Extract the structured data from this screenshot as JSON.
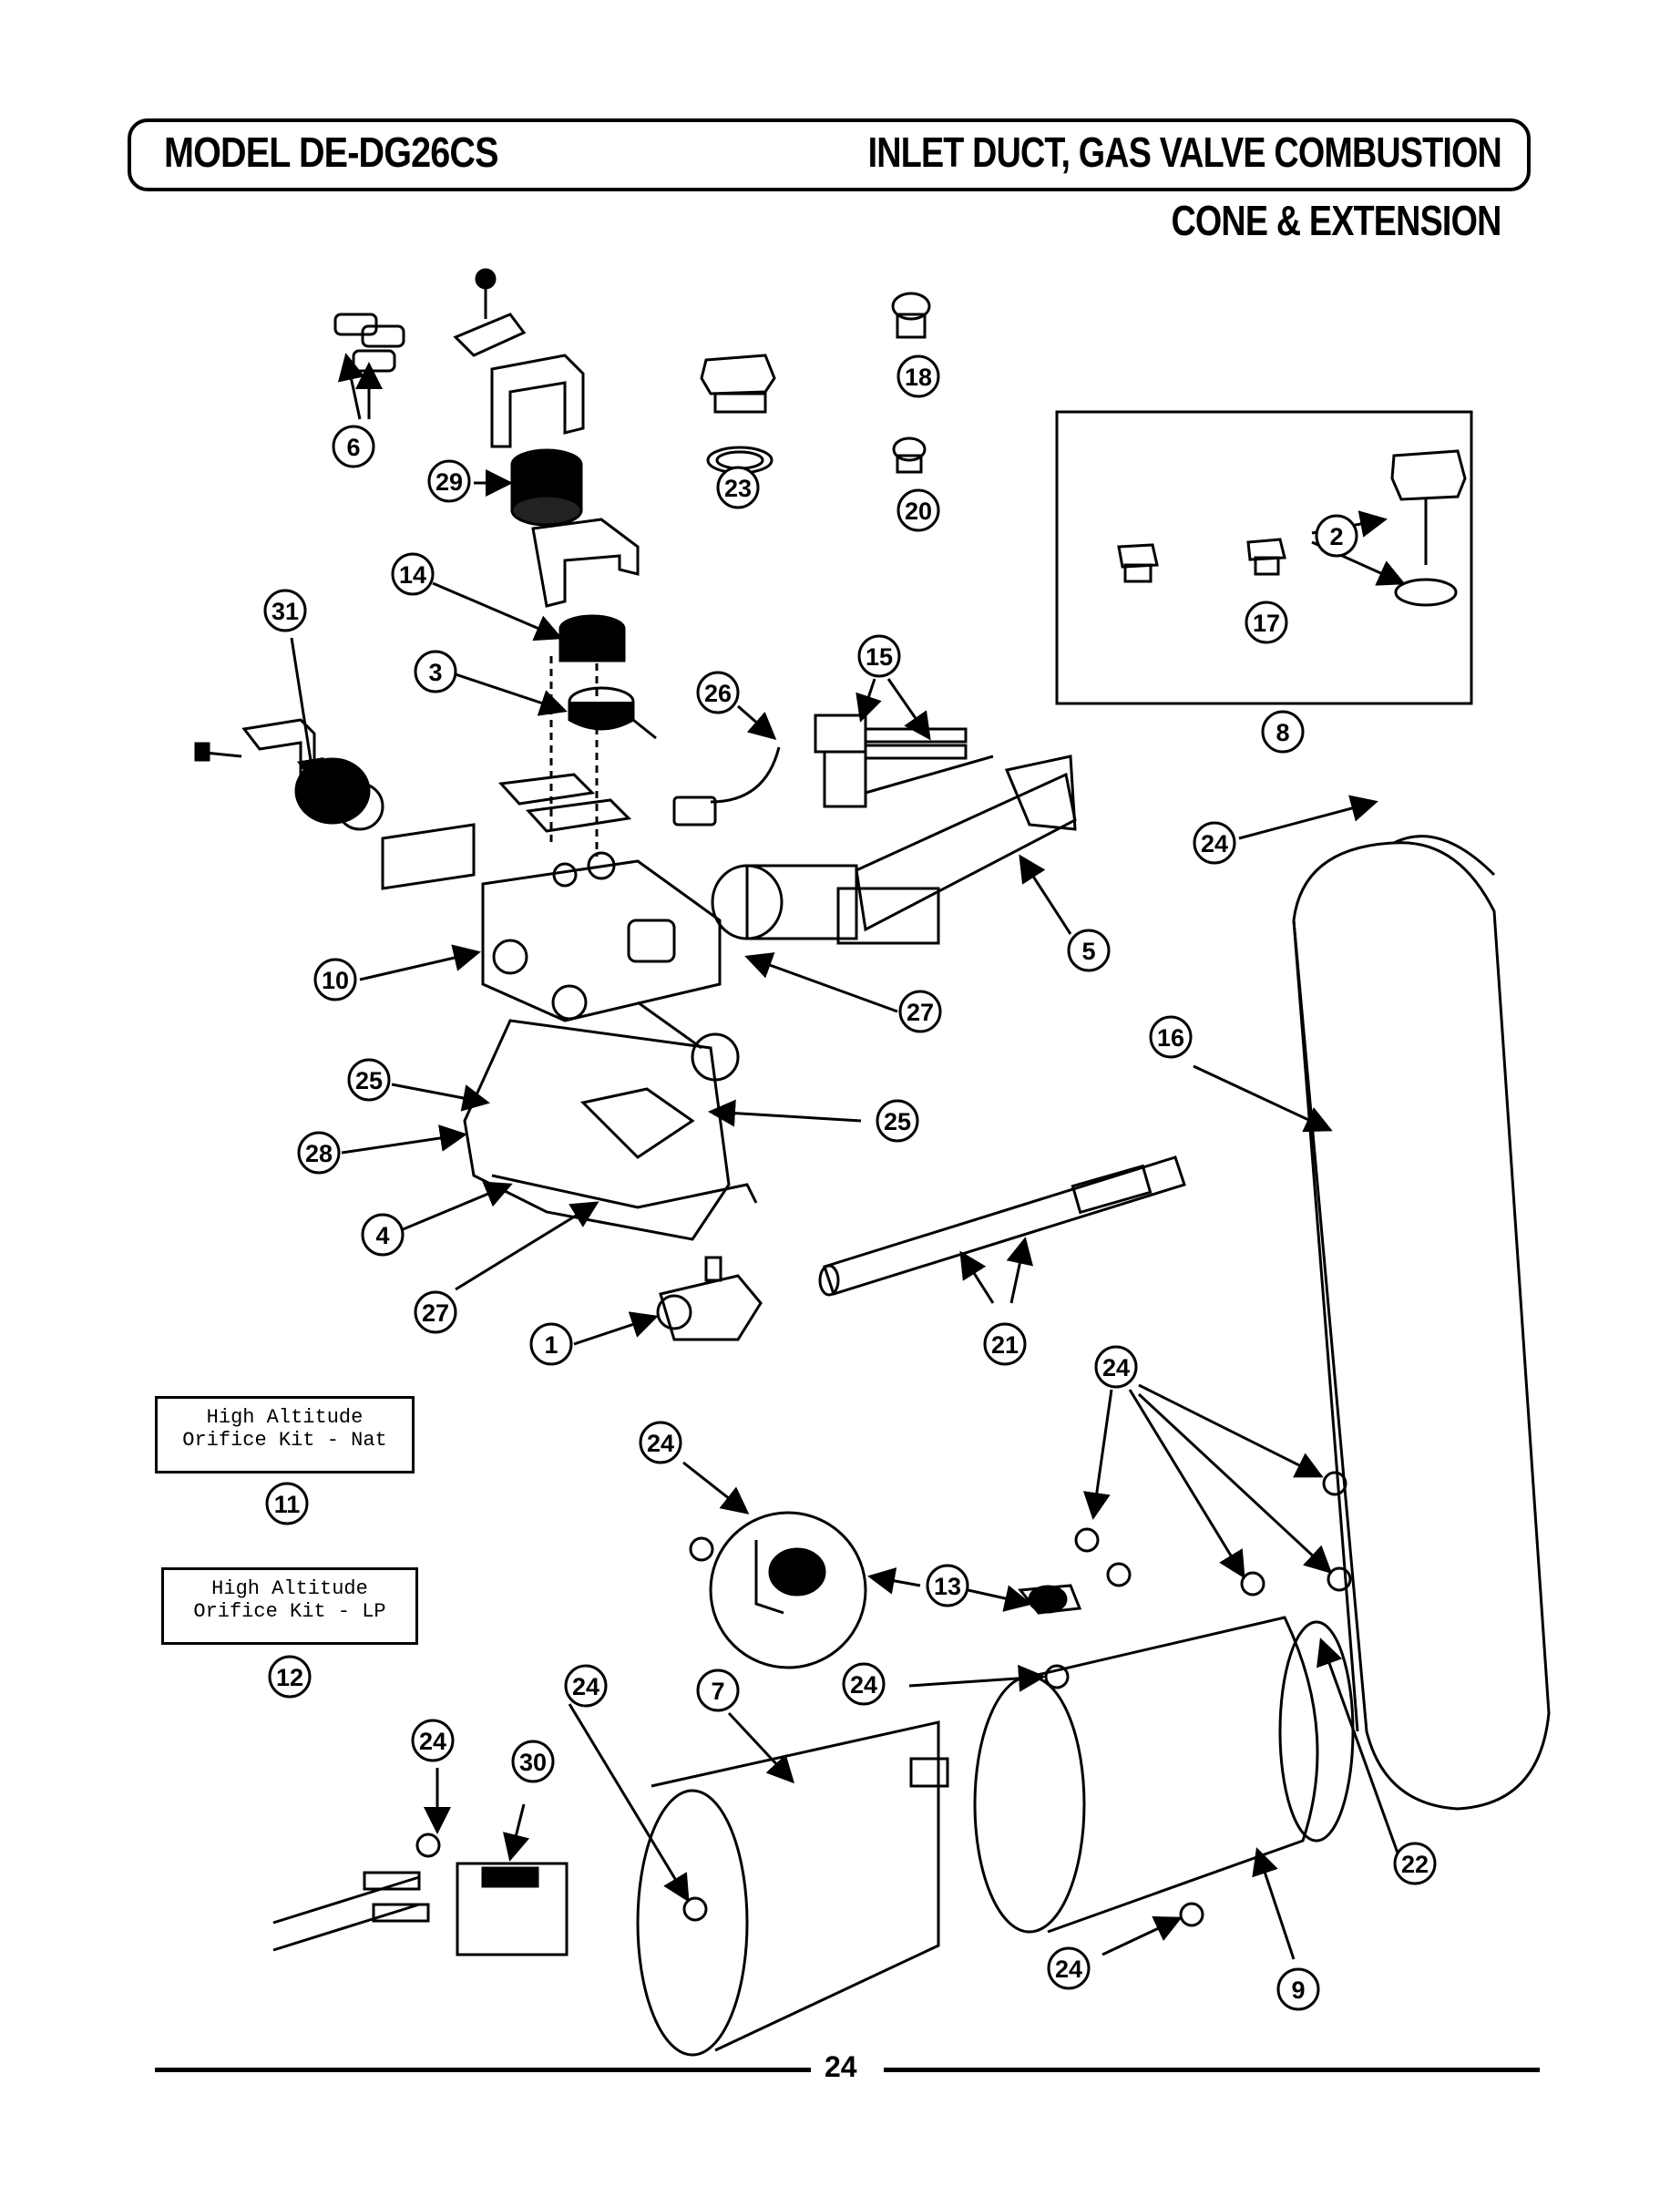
{
  "header": {
    "model": "MODEL DE-DG26CS",
    "title_line1": "INLET DUCT, GAS VALVE COMBUSTION",
    "title_line2": "CONE & EXTENSION"
  },
  "callouts": {
    "c6": "6",
    "c29": "29",
    "c23": "23",
    "c18": "18",
    "c20": "20",
    "c14": "14",
    "c31": "31",
    "c3": "3",
    "c26": "26",
    "c15": "15",
    "c2": "2",
    "c17": "17",
    "c8": "8",
    "c24a": "24",
    "c5": "5",
    "c10": "10",
    "c27a": "27",
    "c16": "16",
    "c25a": "25",
    "c25b": "25",
    "c28": "28",
    "c4": "4",
    "c27b": "27",
    "c1": "1",
    "c21": "21",
    "c24b": "24",
    "c24c": "24",
    "c11": "11",
    "c13": "13",
    "c12": "12",
    "c24d": "24",
    "c7": "7",
    "c24e": "24",
    "c24f": "24",
    "c30": "30",
    "c24g": "24",
    "c9": "9",
    "c22": "22"
  },
  "kits": {
    "kit_nat_line1": "High Altitude",
    "kit_nat_line2": "Orifice Kit - Nat",
    "kit_lp_line1": "High Altitude",
    "kit_lp_line2": "Orifice Kit - LP"
  },
  "footer": {
    "page_number": "24"
  }
}
